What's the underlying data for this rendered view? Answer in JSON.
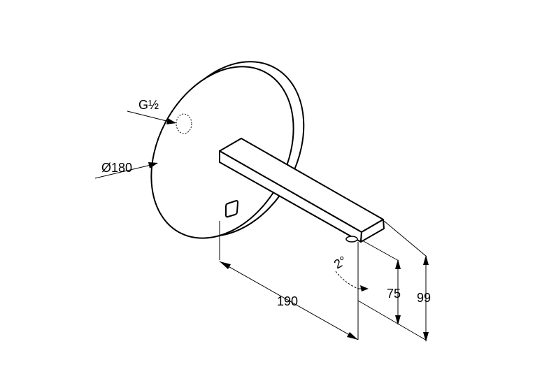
{
  "drawing": {
    "labels": {
      "thread": "G½",
      "diameter": "Ø180",
      "projection": "190",
      "height_outlet": "75",
      "height_total": "99",
      "angle": "2°"
    },
    "colors": {
      "stroke": "#000000",
      "background": "#ffffff"
    }
  }
}
